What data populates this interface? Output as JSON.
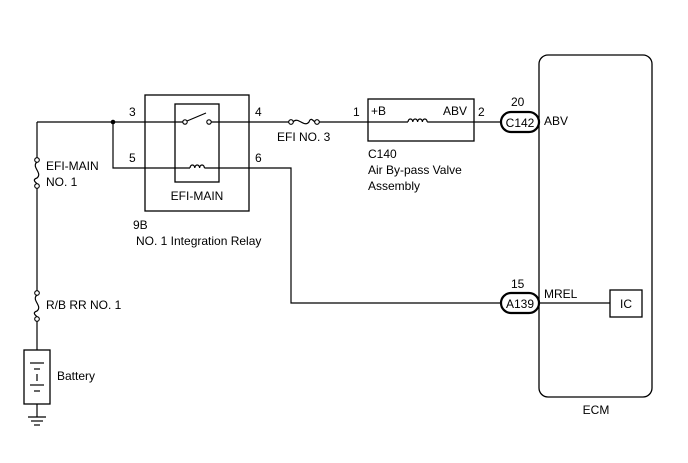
{
  "relay": {
    "label": "EFI-MAIN",
    "connector": "9B",
    "name": "NO. 1 Integration Relay",
    "pins": {
      "p3": "3",
      "p4": "4",
      "p5": "5",
      "p6": "6"
    }
  },
  "fuses": {
    "efi_no3": "EFI NO. 3",
    "efi_main_line1": "EFI-MAIN",
    "efi_main_line2": "NO. 1",
    "rb_rr_no1": "R/B RR NO. 1"
  },
  "battery": {
    "label": "Battery"
  },
  "abv_assembly": {
    "connector": "C140",
    "name_line1": "Air By-pass Valve",
    "name_line2": "Assembly",
    "terminal_plus": "+B",
    "terminal_abv": "ABV",
    "pin_1": "1",
    "pin_2": "2"
  },
  "ecm": {
    "label": "ECM",
    "abv_pin": "20",
    "abv_connector": "C142",
    "abv_terminal": "ABV",
    "mrel_pin": "15",
    "mrel_connector": "A139",
    "mrel_terminal": "MREL",
    "ic_label": "IC"
  }
}
